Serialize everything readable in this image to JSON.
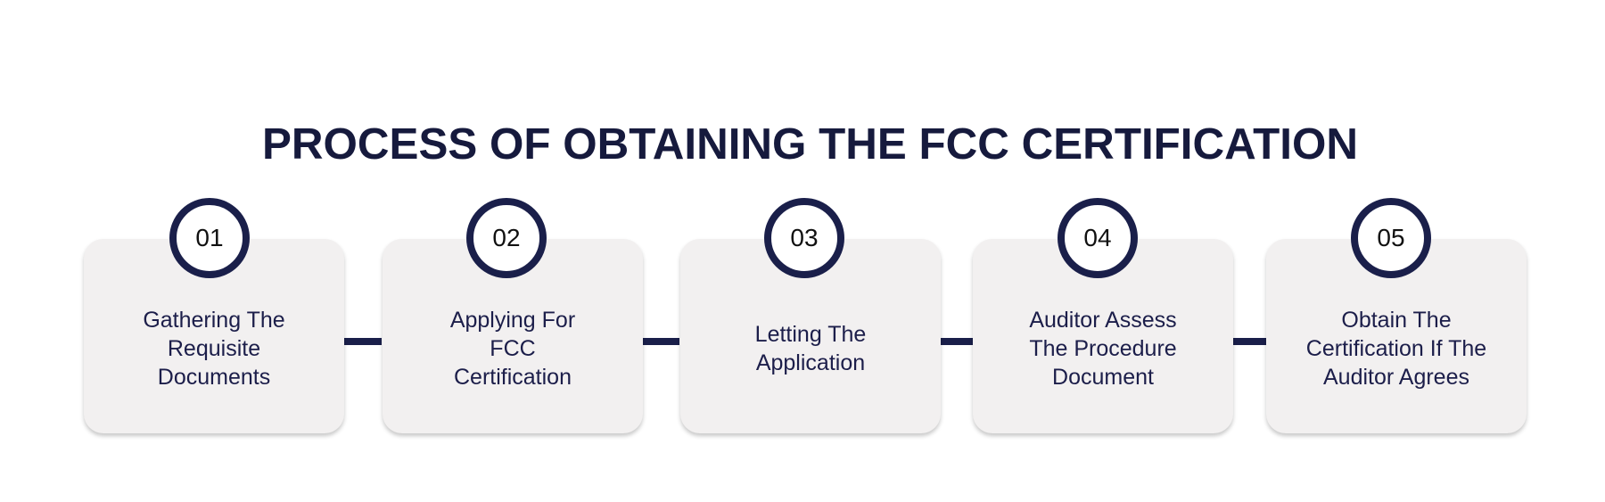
{
  "title": "PROCESS OF OBTAINING THE FCC CERTIFICATION",
  "steps": [
    {
      "number": "01",
      "label": "Gathering The\nRequisite\nDocuments"
    },
    {
      "number": "02",
      "label": "Applying For\nFCC\nCertification"
    },
    {
      "number": "03",
      "label": "Letting The\nApplication"
    },
    {
      "number": "04",
      "label": "Auditor Assess\nThe Procedure\nDocument"
    },
    {
      "number": "05",
      "label": "Obtain The\nCertification If The\nAuditor Agrees"
    }
  ],
  "colors": {
    "accent": "#1a1f4a",
    "card": "#f2f0f0",
    "title": "#161a3d"
  }
}
